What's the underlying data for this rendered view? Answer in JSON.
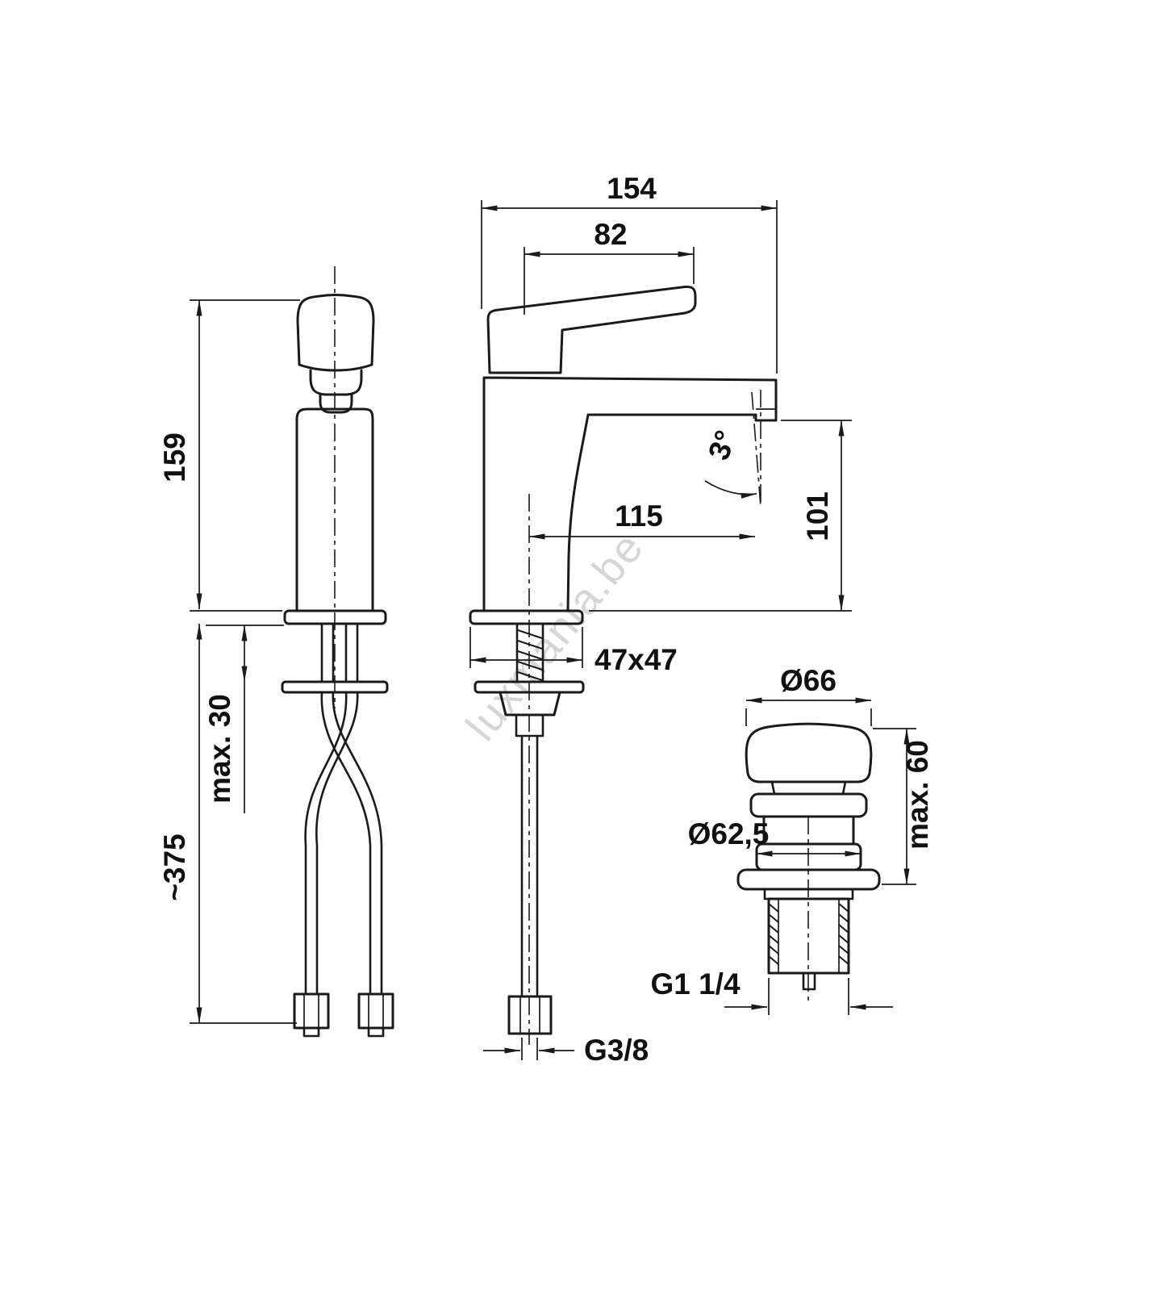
{
  "watermark": {
    "text": "luxmania.be"
  },
  "drawing": {
    "front": {
      "body_height": "159",
      "total_height": "~375",
      "max_deck": "max. 30"
    },
    "side": {
      "overall_depth": "154",
      "handle_length": "82",
      "spout_reach": "115",
      "spout_height": "101",
      "spout_angle": "3°",
      "base_section": "47x47",
      "inlet_thread": "G3/8"
    },
    "valve": {
      "cap_diameter": "Ø66",
      "max_height": "max. 60",
      "body_diameter": "Ø62,5",
      "outlet_thread": "G1 1/4"
    }
  }
}
